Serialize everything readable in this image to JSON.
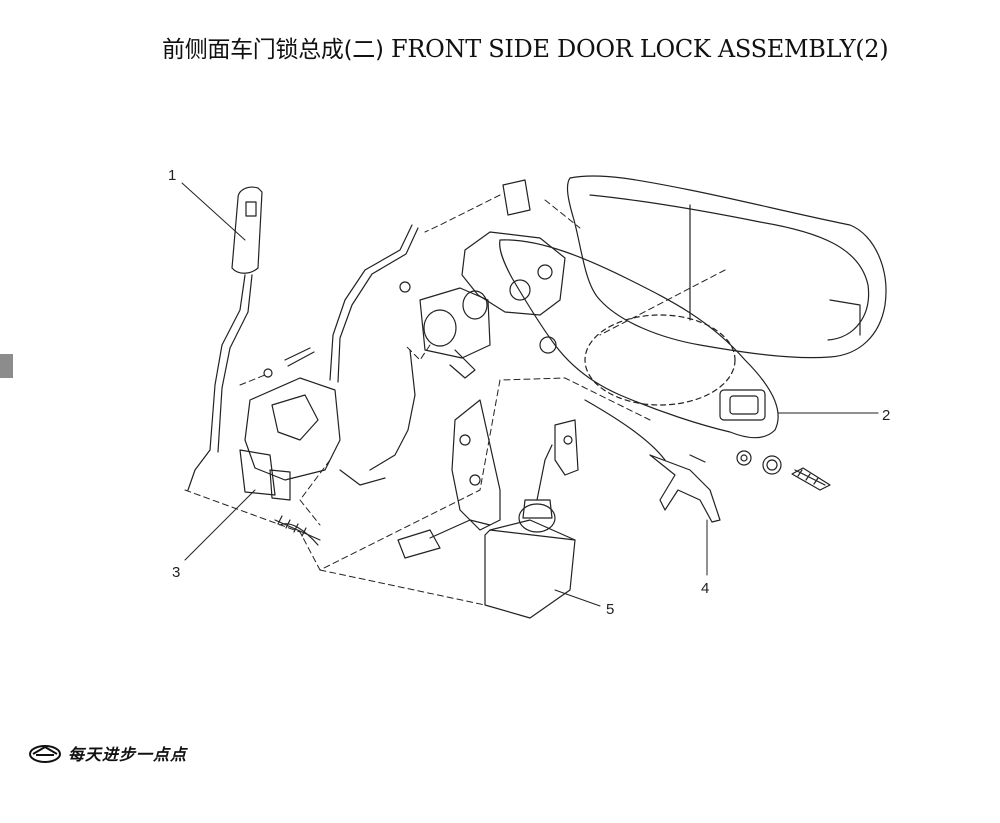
{
  "title": {
    "zh": "前侧面车门锁总成(二)",
    "en": "FRONT SIDE DOOR LOCK ASSEMBLY(2)"
  },
  "callouts": [
    "1",
    "2",
    "3",
    "4",
    "5"
  ],
  "footer": {
    "motto": "每天进步一点点",
    "logo": "brand-logo-icon"
  },
  "colors": {
    "line": "#222222",
    "background": "#ffffff",
    "edge_tab": "#8c8c8c"
  }
}
